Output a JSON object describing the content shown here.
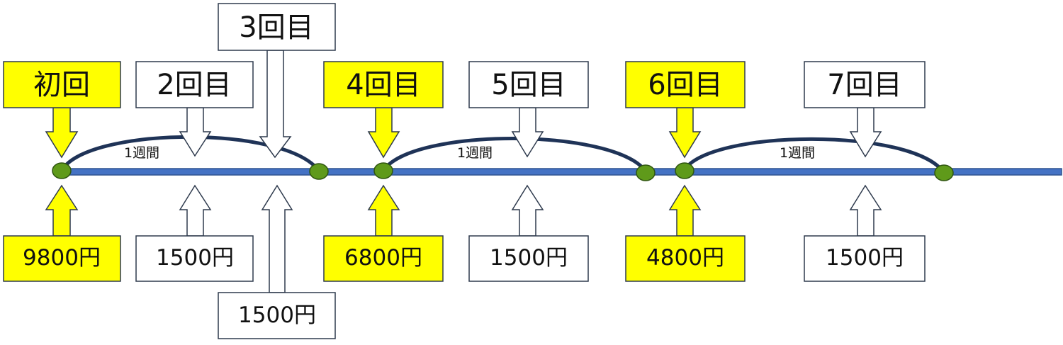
{
  "colors": {
    "highlight_fill": "#ffff00",
    "plain_fill": "#ffffff",
    "box_stroke": "#2e3a4d",
    "timeline": "#4472c4",
    "timeline_edge": "#2f528f",
    "arc": "#1f3357",
    "dot_fill": "#5f9a1a",
    "dot_stroke": "#2f5510"
  },
  "week_label": "1週間",
  "visits": [
    {
      "label": "初回",
      "price": "9800円",
      "highlight": true
    },
    {
      "label": "2回目",
      "price": "1500円",
      "highlight": false
    },
    {
      "label": "3回目",
      "price": "1500円",
      "highlight": false
    },
    {
      "label": "4回目",
      "price": "6800円",
      "highlight": true
    },
    {
      "label": "5回目",
      "price": "1500円",
      "highlight": false
    },
    {
      "label": "6回目",
      "price": "4800円",
      "highlight": true
    },
    {
      "label": "7回目",
      "price": "1500円",
      "highlight": false
    }
  ]
}
